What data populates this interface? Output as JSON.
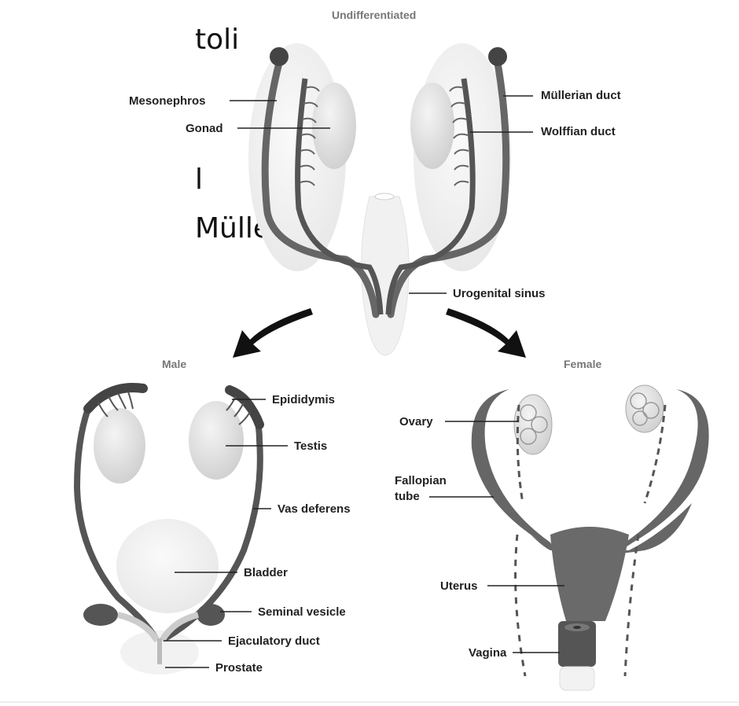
{
  "slide_fragments": [
    "toli",
    "l",
    "Müller"
  ],
  "titles": {
    "top": "Undifferentiated",
    "male": "Male",
    "female": "Female"
  },
  "labels": {
    "mesonephros": "Mesonephros",
    "gonad": "Gonad",
    "mullerian_duct": "Müllerian duct",
    "wolffian_duct": "Wolffian duct",
    "urogenital_sinus": "Urogenital sinus",
    "epididymis": "Epididymis",
    "testis": "Testis",
    "vas_deferens": "Vas deferens",
    "bladder": "Bladder",
    "seminal_vesicle": "Seminal vesicle",
    "ejaculatory_duct": "Ejaculatory duct",
    "prostate": "Prostate",
    "ovary": "Ovary",
    "fallopian_tube_1": "Fallopian",
    "fallopian_tube_2": "tube",
    "uterus": "Uterus",
    "vagina": "Vagina"
  },
  "colors": {
    "duct": "#555555",
    "organ": "#dcdcdc",
    "organ_light": "#eeeeee",
    "arrow": "#111111"
  }
}
